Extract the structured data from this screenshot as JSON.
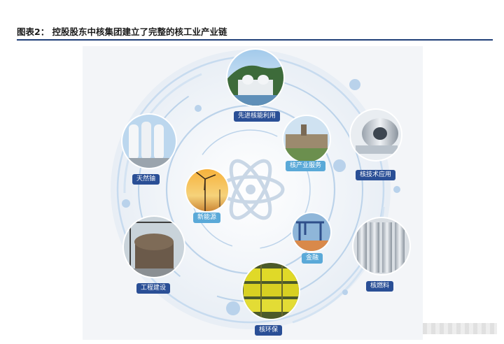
{
  "title": "图表2： 控股股东中核集团建立了完整的核工业产业链",
  "nodes": [
    {
      "id": "advanced-nuclear",
      "label": "先进核能利用",
      "icon": "nuclear-plant-photo",
      "style": "dark"
    },
    {
      "id": "nuclear-tech",
      "label": "核技术应用",
      "icon": "medical-device-photo",
      "style": "dark"
    },
    {
      "id": "nuclear-fuel",
      "label": "核燃料",
      "icon": "fuel-assembly-photo",
      "style": "dark"
    },
    {
      "id": "nuclear-env",
      "label": "核环保",
      "icon": "waste-barrels-photo",
      "style": "dark"
    },
    {
      "id": "engineering",
      "label": "工程建设",
      "icon": "construction-site-photo",
      "style": "dark"
    },
    {
      "id": "natural-uranium",
      "label": "天然铀",
      "icon": "storage-tanks-photo",
      "style": "dark"
    },
    {
      "id": "nuclear-services",
      "label": "核产业服务",
      "icon": "industrial-building-photo",
      "style": "light"
    },
    {
      "id": "new-energy",
      "label": "新能源",
      "icon": "wind-turbine-photo",
      "style": "light"
    },
    {
      "id": "finance",
      "label": "金融",
      "icon": "port-cranes-photo",
      "style": "light"
    }
  ],
  "colors": {
    "dark_label": "#2a4f96",
    "light_label": "#5aa9d8",
    "ring": "#bcd3ea",
    "atom": "#c9d7e6"
  }
}
